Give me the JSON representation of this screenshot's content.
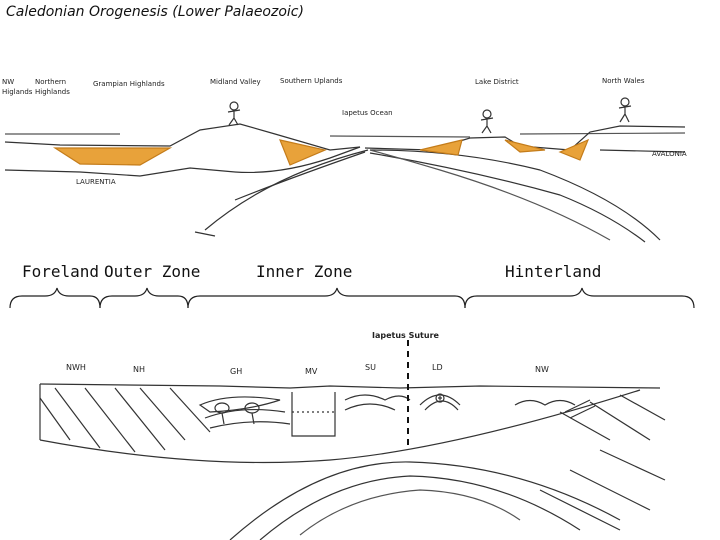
{
  "title": "Caledonian Orogenesis (Lower Palaeozoic)",
  "top_section": {
    "labels": {
      "nw_highlands": [
        "NW",
        "Higlands"
      ],
      "northern_highlands": [
        "Northern",
        "Highlands"
      ],
      "grampian_highlands": "Grampian Highlands",
      "midland_valley": "Midland Valley",
      "southern_uplands": "Southern Uplands",
      "lake_district": "Lake District",
      "north_wales": "North Wales",
      "iapetus_ocean": "Iapetus Ocean",
      "laurentia": "LAURENTIA",
      "avalonia": "AVALONIA"
    }
  },
  "zones": {
    "foreland": "Foreland",
    "outer": "Outer Zone",
    "inner": "Inner Zone",
    "hinterland": "Hinterland"
  },
  "bottom_section": {
    "suture_label": "Iapetus Suture",
    "labels": {
      "nwh": "NWH",
      "nh": "NH",
      "gh": "GH",
      "mv": "MV",
      "su": "SU",
      "ld": "LD",
      "nw": "NW"
    }
  },
  "colors": {
    "sediment": "#e8a23a",
    "ink": "#333333"
  }
}
